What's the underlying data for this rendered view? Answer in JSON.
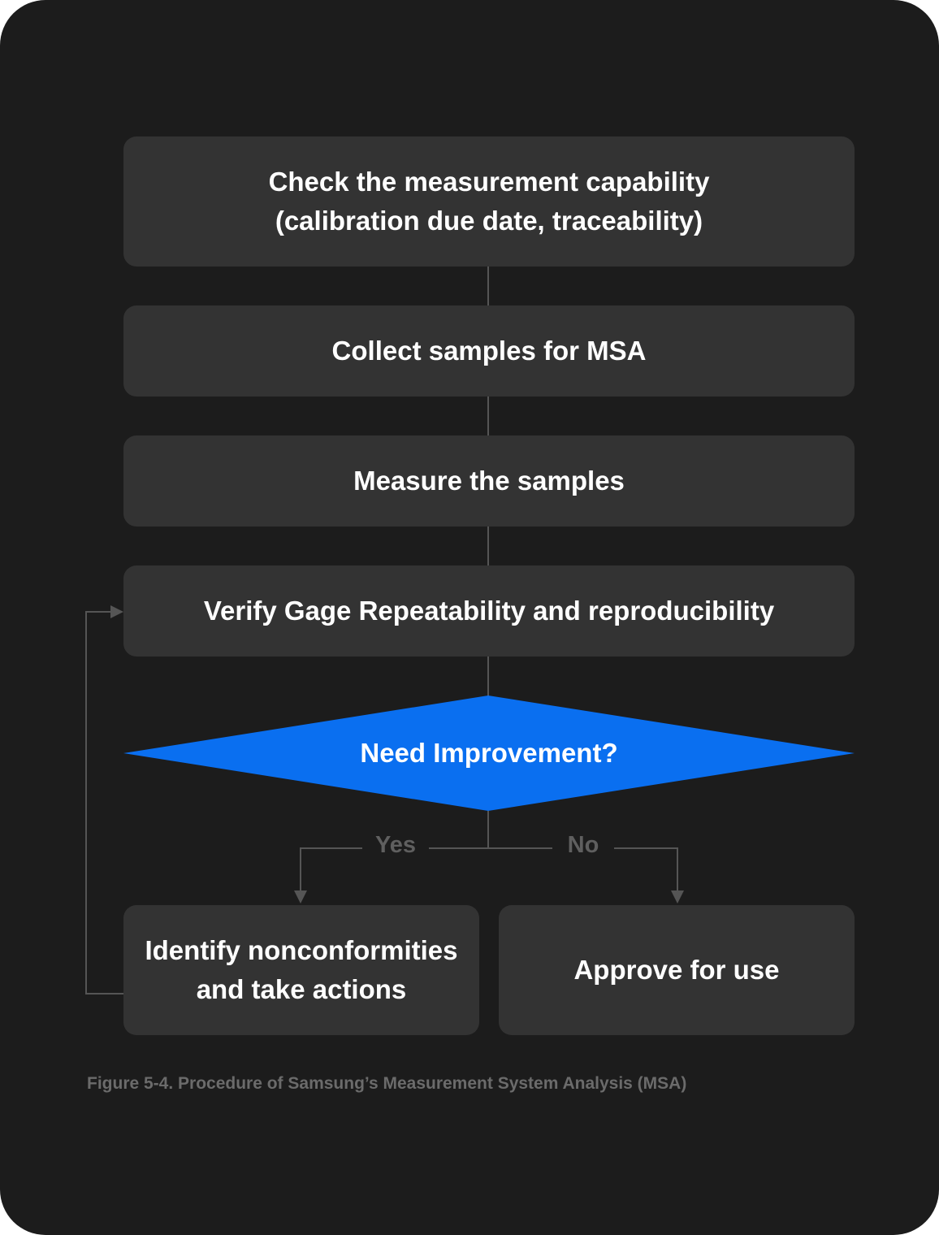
{
  "steps": {
    "check_capability": [
      "Check the measurement capability",
      "(calibration due date, traceability)"
    ],
    "collect_samples": "Collect samples for MSA",
    "measure_samples": "Measure the samples",
    "verify_grr": "Verify Gage Repeatability and reproducibility",
    "decision": "Need Improvement?",
    "identify_actions": [
      "Identify nonconformities",
      "and take actions"
    ],
    "approve": "Approve for use"
  },
  "branches": {
    "yes": "Yes",
    "no": "No"
  },
  "caption": "Figure 5-4. Procedure of Samsung’s Measurement System Analysis (MSA)",
  "colors": {
    "background": "#1c1c1c",
    "box": "#333333",
    "decision": "#0a6ff0",
    "connector": "#555555",
    "text": "#ffffff",
    "muted_text": "#6b6b6b"
  }
}
